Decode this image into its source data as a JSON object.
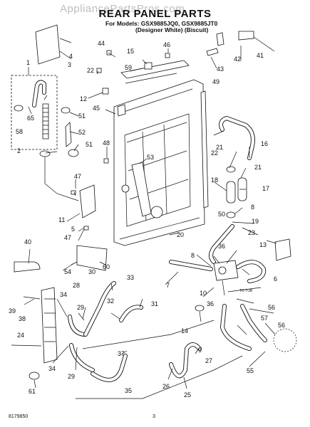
{
  "header": {
    "watermark": "AppliancePartsPros.com",
    "title": "REAR PANEL PARTS",
    "models_line": "For Models: GSX9885JQ0, GSX9885JT0",
    "variants_line": "(Designer White)    (Biscuit)"
  },
  "footer": {
    "doc_number": "8179850",
    "page_number": "3"
  },
  "callouts": {
    "c1": "1",
    "c2": "2",
    "c3": "3",
    "c4": "4",
    "c5": "5",
    "c6": "6",
    "c7": "7",
    "c8a": "8",
    "c8b": "8",
    "c9": "9",
    "c10": "10",
    "c11": "11",
    "c12": "12",
    "c13": "13",
    "c14": "14",
    "c15": "15",
    "c16": "16",
    "c17": "17",
    "c18": "18",
    "c19": "19",
    "c20": "20",
    "c21a": "21",
    "c21b": "21",
    "c22a": "22",
    "c22b": "22",
    "c23": "23",
    "c24": "24",
    "c25": "25",
    "c26": "26",
    "c27": "27",
    "c28": "28",
    "c29a": "29",
    "c29b": "29",
    "c30": "30",
    "c31": "31",
    "c32": "32",
    "c33": "33",
    "c34a": "34",
    "c34b": "34",
    "c35": "35",
    "c36a": "36",
    "c36b": "36",
    "c37": "37",
    "c38": "38",
    "c39": "39",
    "c40": "40",
    "c41": "41",
    "c42": "42",
    "c43": "43",
    "c44": "44",
    "c45": "45",
    "c46": "46",
    "c47a": "47",
    "c47b": "47",
    "c48": "48",
    "c49": "49",
    "c50": "50",
    "c51a": "51",
    "c51b": "51",
    "c52": "52",
    "c53": "53",
    "c54": "54",
    "c55": "55",
    "c56a": "56",
    "c56b": "56",
    "c57": "57",
    "c58": "58",
    "c59": "59",
    "c60": "60",
    "c61": "61",
    "c65": "65"
  },
  "annotations": {
    "to_tub": "TO TUB"
  }
}
